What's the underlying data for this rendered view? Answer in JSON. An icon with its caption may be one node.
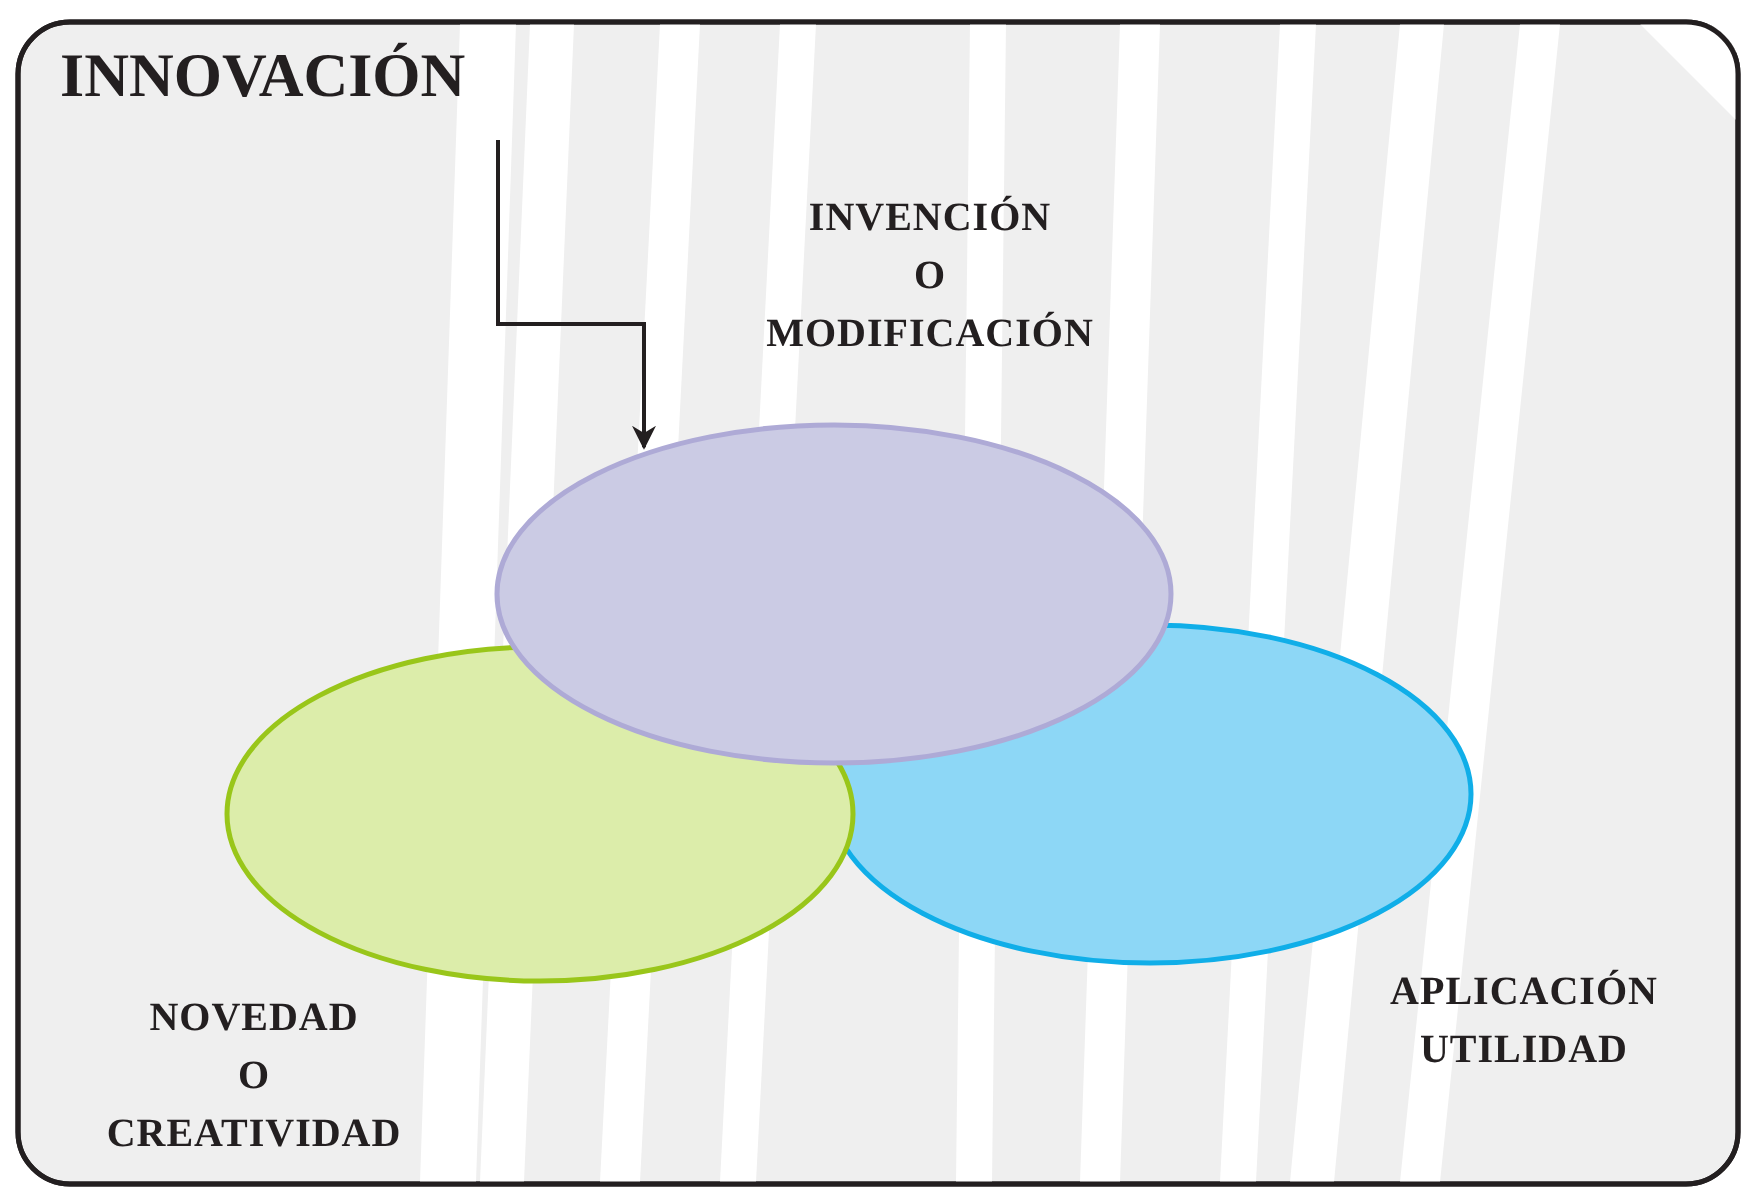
{
  "diagram": {
    "nodes": [
      {
        "text": [],
        "shape": "box"
      },
      {
        "text": [
          "INNOVACIÓN"
        ],
        "in": 0
      },
      {
        "text": [],
        "shape": "ellipse",
        "in": 0,
        "beside": [
          "INVENCIÓN O MODIFICACIÓN"
        ]
      },
      {
        "text": [],
        "shape": "ellipse",
        "in": 0,
        "beside": [
          "NOVEDAD O CREATIVIDAD"
        ]
      },
      {
        "text": [],
        "shape": "ellipse",
        "in": 0,
        "beside": [
          "APLICACIÓN UTILIDAD"
        ]
      }
    ],
    "edges": [
      {
        "from": 1,
        "to": 2,
        "arrow": "to"
      }
    ]
  }
}
